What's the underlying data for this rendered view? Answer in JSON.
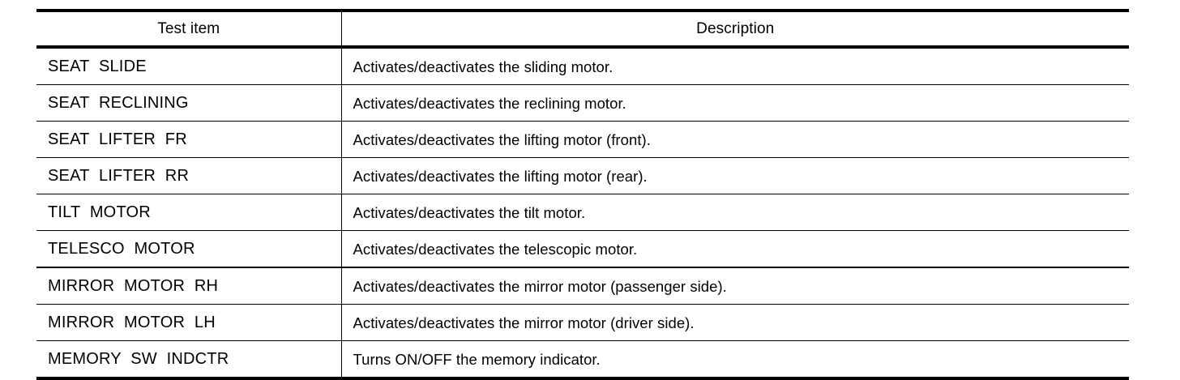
{
  "document": {
    "type": "specification-table",
    "background_color": "#ffffff",
    "text_color": "#000000",
    "rule_color": "#000000"
  },
  "table": {
    "columns": [
      {
        "key": "test_item",
        "header": "Test item",
        "align": "left"
      },
      {
        "key": "description",
        "header": "Description",
        "align": "left"
      }
    ],
    "rows": [
      {
        "test_item": "SEAT  SLIDE",
        "description": "Activates/deactivates the sliding motor."
      },
      {
        "test_item": "SEAT  RECLINING",
        "description": "Activates/deactivates the reclining motor."
      },
      {
        "test_item": "SEAT  LIFTER  FR",
        "description": "Activates/deactivates the lifting motor (front)."
      },
      {
        "test_item": "SEAT  LIFTER  RR",
        "description": "Activates/deactivates the lifting motor (rear)."
      },
      {
        "test_item": "TILT  MOTOR",
        "description": "Activates/deactivates the tilt motor."
      },
      {
        "test_item": "TELESCO  MOTOR",
        "description": "Activates/deactivates the telescopic motor."
      },
      {
        "test_item": "MIRROR  MOTOR  RH",
        "description": "Activates/deactivates the mirror motor (passenger side)."
      },
      {
        "test_item": "MIRROR  MOTOR  LH",
        "description": "Activates/deactivates the mirror motor (driver side)."
      },
      {
        "test_item": "MEMORY  SW  INDCTR",
        "description": "Turns ON/OFF the memory indicator."
      }
    ]
  }
}
